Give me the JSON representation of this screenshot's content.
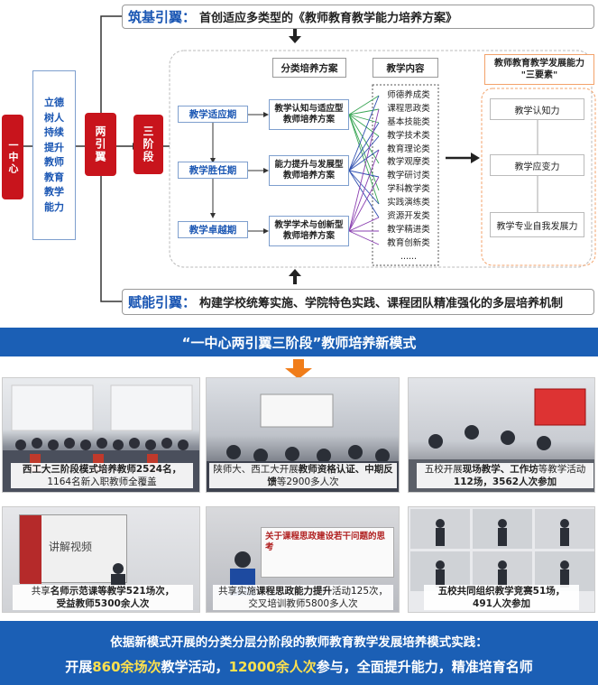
{
  "left": {
    "center": "一中心",
    "goal": "立德树人持续提升教师教育教学能力",
    "wings": "两引翼",
    "stages": "三阶段"
  },
  "top_banner": {
    "label": "筑基引翼：",
    "text": "首创适应多类型的《教师教育教学能力培养方案》"
  },
  "bottom_banner": {
    "label": "赋能引翼：",
    "text": "构建学校统筹实施、学院特色实践、课程团队精准强化的多层培养机制"
  },
  "periods": [
    "教学适应期",
    "教学胜任期",
    "教学卓越期"
  ],
  "plan_header": "分类培养方案",
  "plans": [
    "教学认知与适应型\n教师培养方案",
    "能力提升与发展型\n教师培养方案",
    "教学学术与创新型\n教师培养方案"
  ],
  "content_header": "教学内容",
  "contents": [
    "师德养成类",
    "课程思政类",
    "基本技能类",
    "教学技术类",
    "教育理论类",
    "教学观摩类",
    "教学研讨类",
    "学科教学类",
    "实践演练类",
    "资源开发类",
    "教学精进类",
    "教育创新类",
    "......"
  ],
  "elements_header": "教师教育教学发展能力\n\"三要素\"",
  "elements": [
    "教学认知力",
    "教学应变力",
    "教学专业自我发展力"
  ],
  "model_title": "“一中心两引翼三阶段”教师培养新模式",
  "captions": [
    {
      "bold": "西工大三阶段模式培养教师2524名，",
      "normal": "1164名新入职教师全覆盖"
    },
    {
      "pre": "陕师大、西工大开展",
      "bold": "教师资格认证、中期反馈",
      "post": "等2900多人次"
    },
    {
      "pre": "五校开展",
      "bold": "现场教学、工作坊",
      "post": "等教学活动",
      "line2": "112场，3562人次参加"
    },
    {
      "pre": "共享",
      "bold": "名师示范课",
      "post": "等教学521场次，",
      "line2": "受益教师5300余人次"
    },
    {
      "pre": "共享实施",
      "bold": "课程思政能力提升",
      "post": "活动125次，",
      "line2": "交叉培训教师5800多人次"
    },
    {
      "bold": "五校共同组织教学竞赛51场，",
      "normal": "491人次参加"
    }
  ],
  "photo_texts": [
    "讲解视频",
    "关于课程思政建设若干问题的思考"
  ],
  "footer": {
    "line1": "依据新模式开展的分类分层分阶段的教师教育教学发展培养模式实践：",
    "line2_a": "开展",
    "line2_h1": "860余场次",
    "line2_b": "教学活动，",
    "line2_h2": "12000余人次",
    "line2_c": "参与，全面提升能力，精准培育名师"
  },
  "colors": {
    "red": "#c8141c",
    "blue": "#1a56b3",
    "banner_blue": "#1b5fb5",
    "highlight": "#ffe14d",
    "orange": "#f07d1a"
  }
}
